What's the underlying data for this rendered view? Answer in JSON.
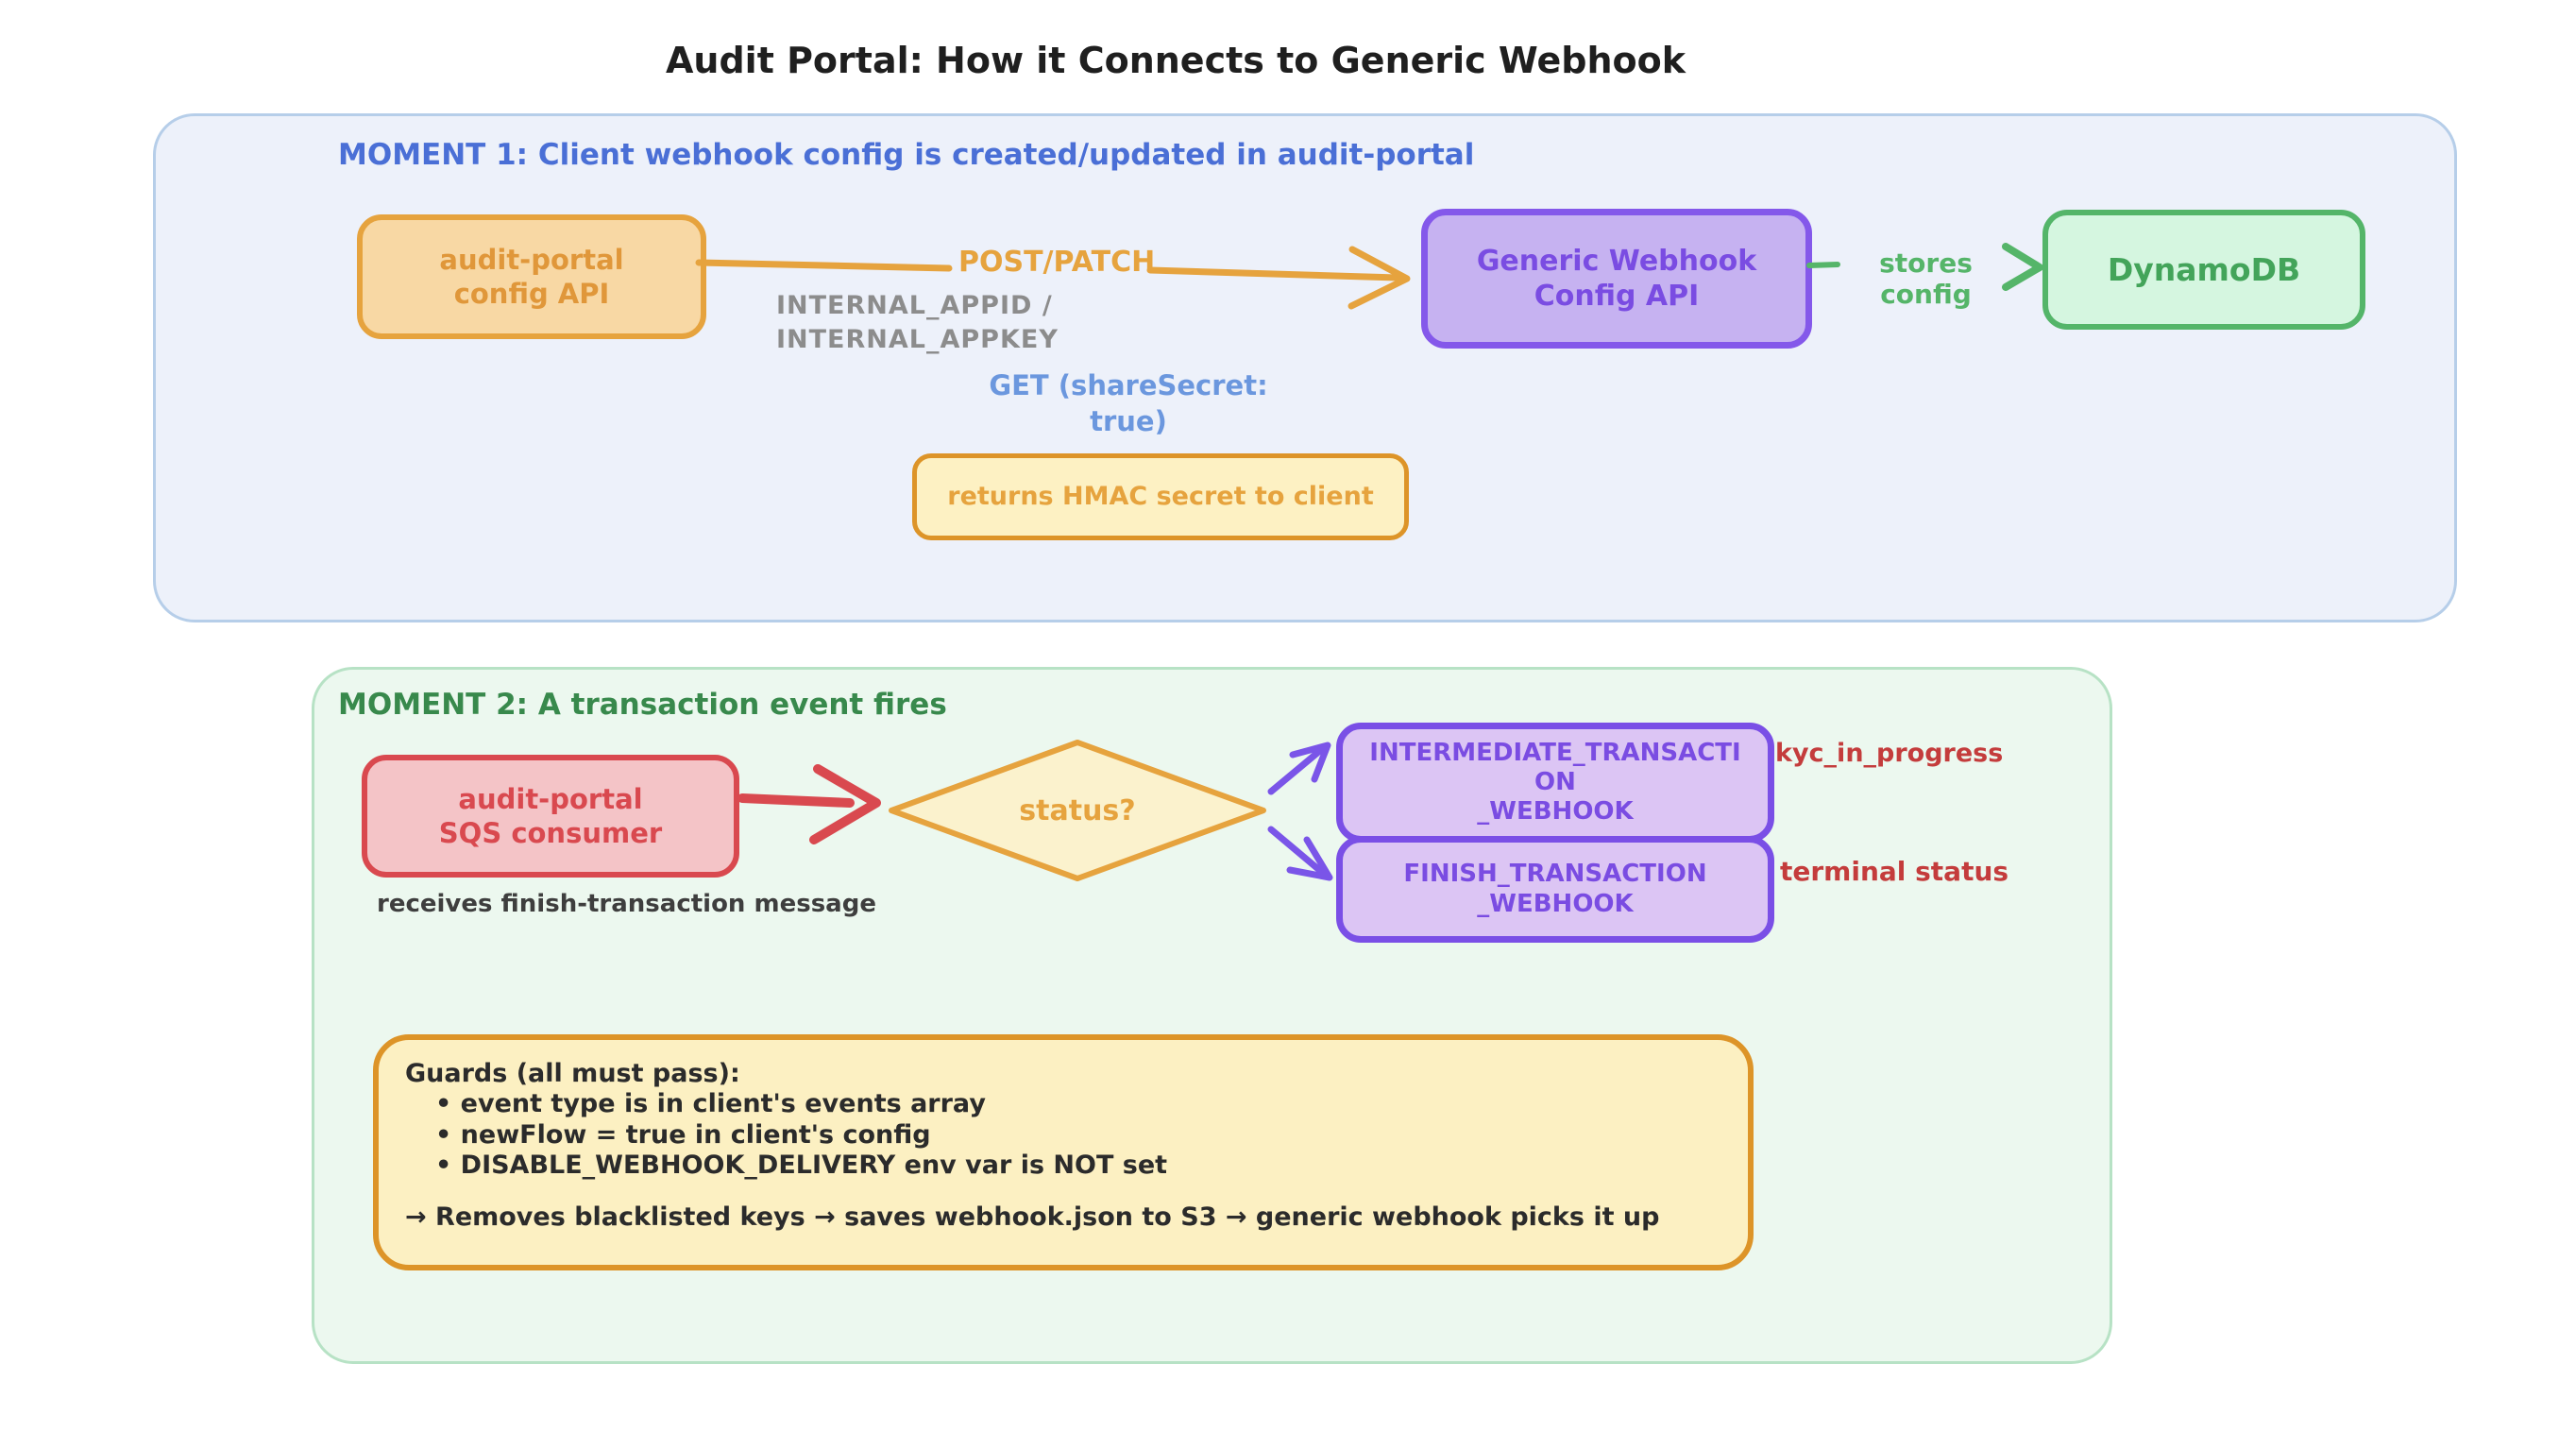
{
  "title": "Audit Portal: How it Connects to Generic Webhook",
  "colors": {
    "moment1_accent": "#4a6fd6",
    "moment2_accent": "#38894c",
    "orange": "#e6a33e",
    "purple": "#7a4fe6",
    "green": "#54b569",
    "red": "#d9494f",
    "label_red": "#c43c3c",
    "gray": "#8c8c8c"
  },
  "moment1": {
    "header": "MOMENT 1: Client webhook config is created/updated in audit-portal",
    "audit_portal_node": "audit-portal\nconfig API",
    "post_patch_label": "POST/PATCH",
    "credentials_label": "INTERNAL_APPID /\nINTERNAL_APPKEY",
    "generic_webhook_node": "Generic Webhook\nConfig API",
    "stores_config_label": "stores config",
    "dynamodb_node": "DynamoDB",
    "get_label": "GET (shareSecret:\ntrue)",
    "hmac_node": "returns HMAC secret to client"
  },
  "moment2": {
    "header": "MOMENT 2: A transaction event fires",
    "sqs_node": "audit-portal\nSQS consumer",
    "receives_label": "receives finish-transaction message",
    "status_node": "status?",
    "intermediate_node": "INTERMEDIATE_TRANSACTI\nON\n_WEBHOOK",
    "finish_node": "FINISH_TRANSACTION\n_WEBHOOK",
    "kyc_label": "kyc_in_progress",
    "terminal_label": "terminal status",
    "guards": {
      "title": "Guards (all must pass):",
      "bullets": [
        "• event type is in client's events array",
        "• newFlow = true in client's config",
        "• DISABLE_WEBHOOK_DELIVERY env var is NOT set"
      ],
      "flow": "→ Removes blacklisted keys → saves webhook.json to S3 → generic webhook picks it up"
    }
  }
}
